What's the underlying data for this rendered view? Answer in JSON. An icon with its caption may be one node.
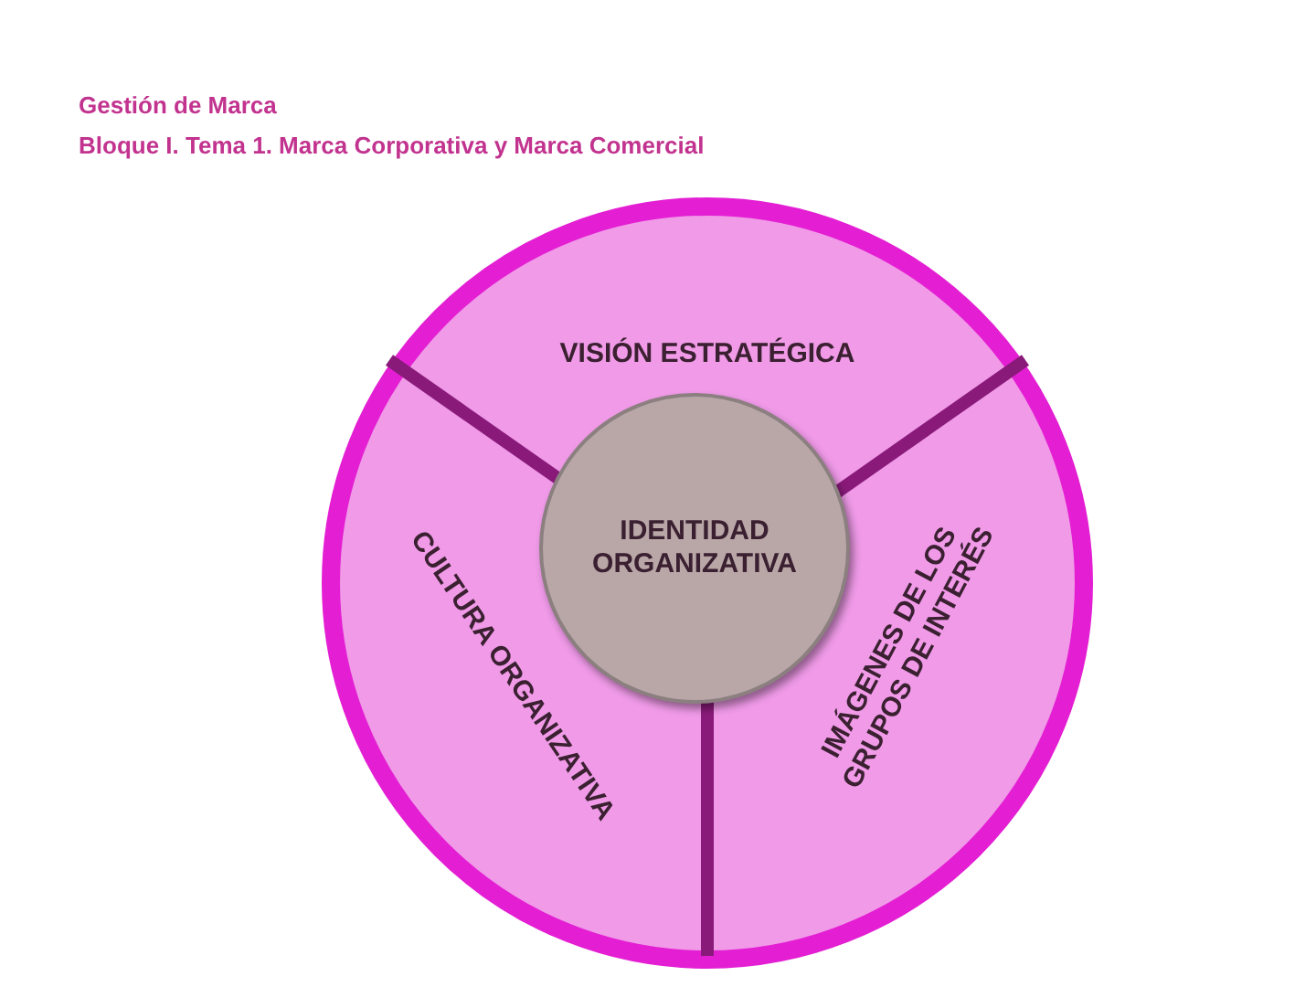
{
  "diagram": {
    "title": "Gestión de Marca",
    "nodes": [
      {
        "text": [],
        "shape": "circle"
      },
      {
        "text": [
          "VISIÓN ESTRATÉGICA"
        ],
        "in": 0
      },
      {
        "text": [
          "CULTURA ORGANIZATIVA"
        ],
        "in": 0
      },
      {
        "text": [
          "IMÁGENES DE LOS GRUPOS DE INTERÉS"
        ],
        "in": 0
      },
      {
        "text": [
          "IDENTIDAD ORGANIZATIVA"
        ],
        "in": 0
      }
    ],
    "labels": [
      "Bloque I. Tema 1. Marca Corporativa y Marca Comercial"
    ]
  }
}
